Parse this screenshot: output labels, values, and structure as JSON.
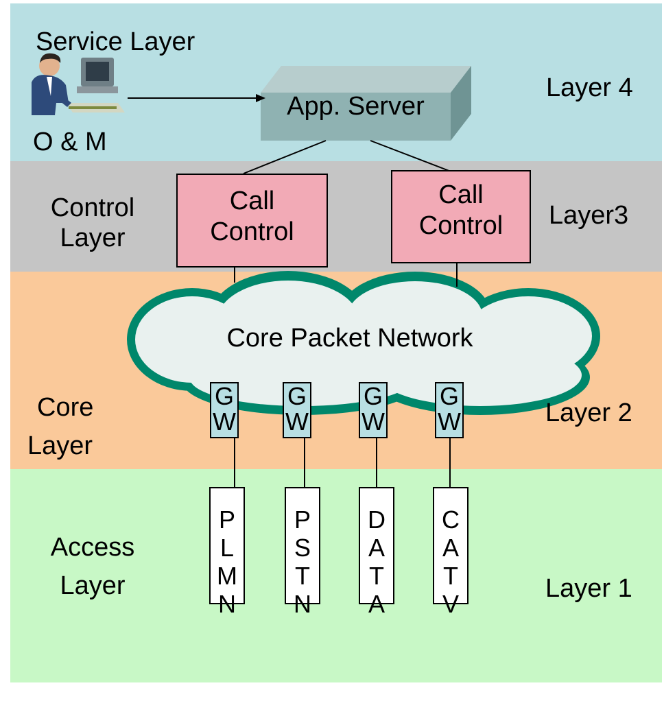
{
  "layers": {
    "service": {
      "name": "Service Layer",
      "sub": "O & M",
      "number": "Layer 4"
    },
    "control": {
      "name_line1": "Control",
      "name_line2": "Layer",
      "number": "Layer3"
    },
    "core": {
      "name_line1": "Core",
      "name_line2": "Layer",
      "number": "Layer 2"
    },
    "access": {
      "name_line1": "Access",
      "name_line2": "Layer",
      "number": "Layer 1"
    }
  },
  "app_server": {
    "label": "App. Server"
  },
  "call_control": [
    {
      "line1": "Call",
      "line2": "Control"
    },
    {
      "line1": "Call",
      "line2": "Control"
    }
  ],
  "network": {
    "label": "Core Packet Network"
  },
  "gateways": [
    {
      "l1": "G",
      "l2": "W"
    },
    {
      "l1": "G",
      "l2": "W"
    },
    {
      "l1": "G",
      "l2": "W"
    },
    {
      "l1": "G",
      "l2": "W"
    }
  ],
  "access_networks": [
    {
      "letters": [
        "P",
        "L",
        "M",
        "N"
      ]
    },
    {
      "letters": [
        "P",
        "S",
        "T",
        "N"
      ]
    },
    {
      "letters": [
        "D",
        "A",
        "T",
        "A"
      ]
    },
    {
      "letters": [
        "C",
        "A",
        "T",
        "V"
      ]
    }
  ],
  "icons": {
    "operator": "operator-workstation-icon"
  },
  "colors": {
    "service": "#b8dfe3",
    "control": "#c5c5c5",
    "core": "#fac99a",
    "access": "#c8f8c6",
    "call_control": "#f2aab6",
    "cloud_fill": "#e9f1ef",
    "cloud_edge": "#00876b",
    "server": "#8fb2b2"
  }
}
